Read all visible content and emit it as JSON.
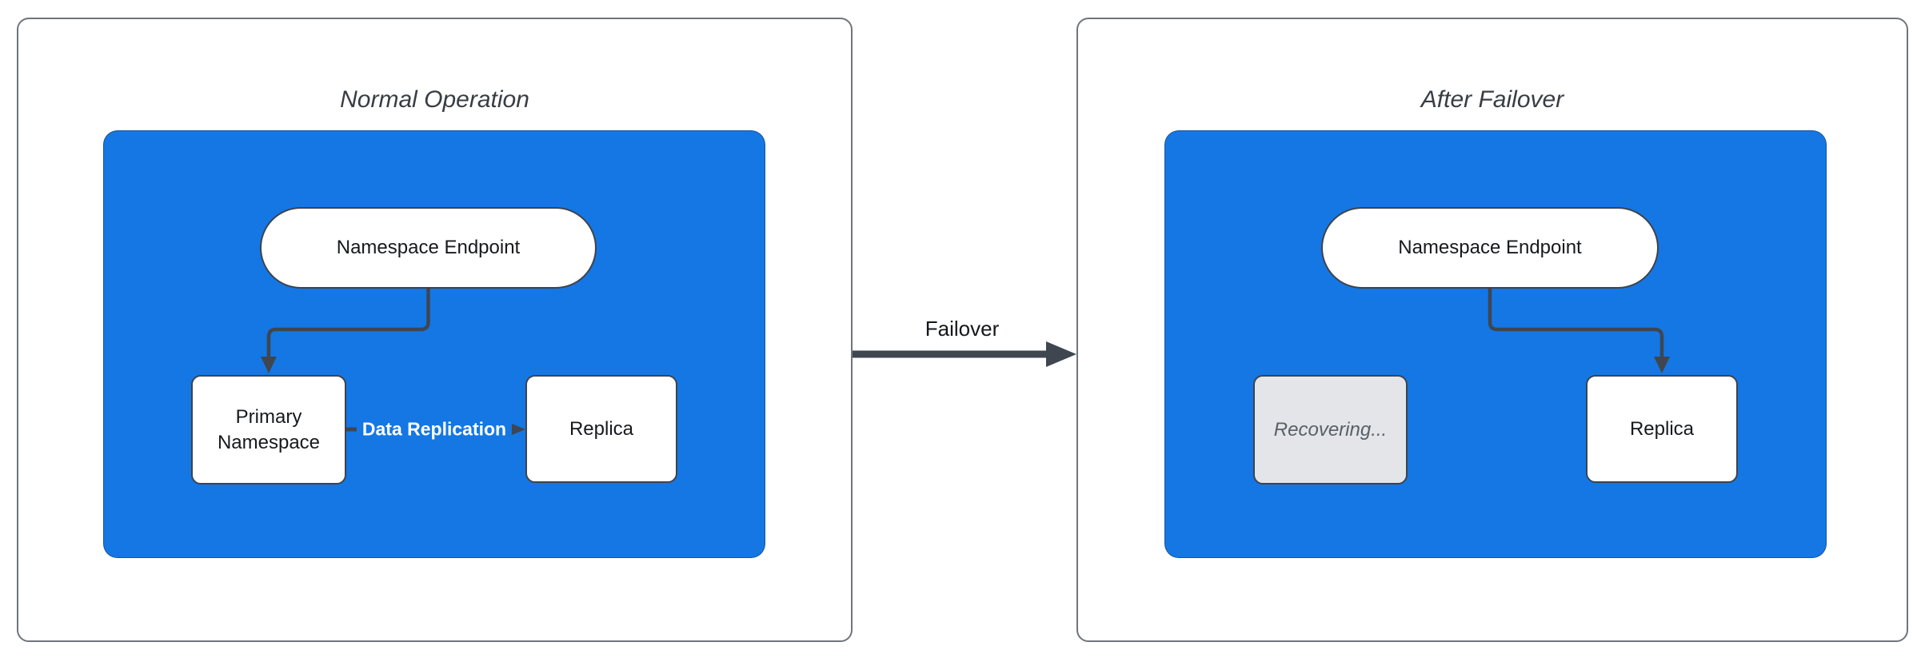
{
  "colors": {
    "blue": "#1477e4",
    "panel-border": "#70757c",
    "node-border": "#3d434c",
    "node-fill": "#ffffff",
    "recovering-fill": "#e3e5e8",
    "connector": "#3f4650",
    "title-text": "#383d44",
    "node-text": "#17191d",
    "muted-text": "#596069",
    "label-on-blue": "#ffffff",
    "page-bg": "#ffffff"
  },
  "panels": {
    "left": {
      "title": "Normal Operation",
      "nodes": {
        "endpoint": "Namespace Endpoint",
        "primary": "Primary Namespace",
        "replica": "Replica"
      },
      "edge_label": "Data Replication"
    },
    "right": {
      "title": "After Failover",
      "nodes": {
        "endpoint": "Namespace Endpoint",
        "recovering": "Recovering...",
        "replica": "Replica"
      }
    }
  },
  "transition": {
    "label": "Failover"
  }
}
